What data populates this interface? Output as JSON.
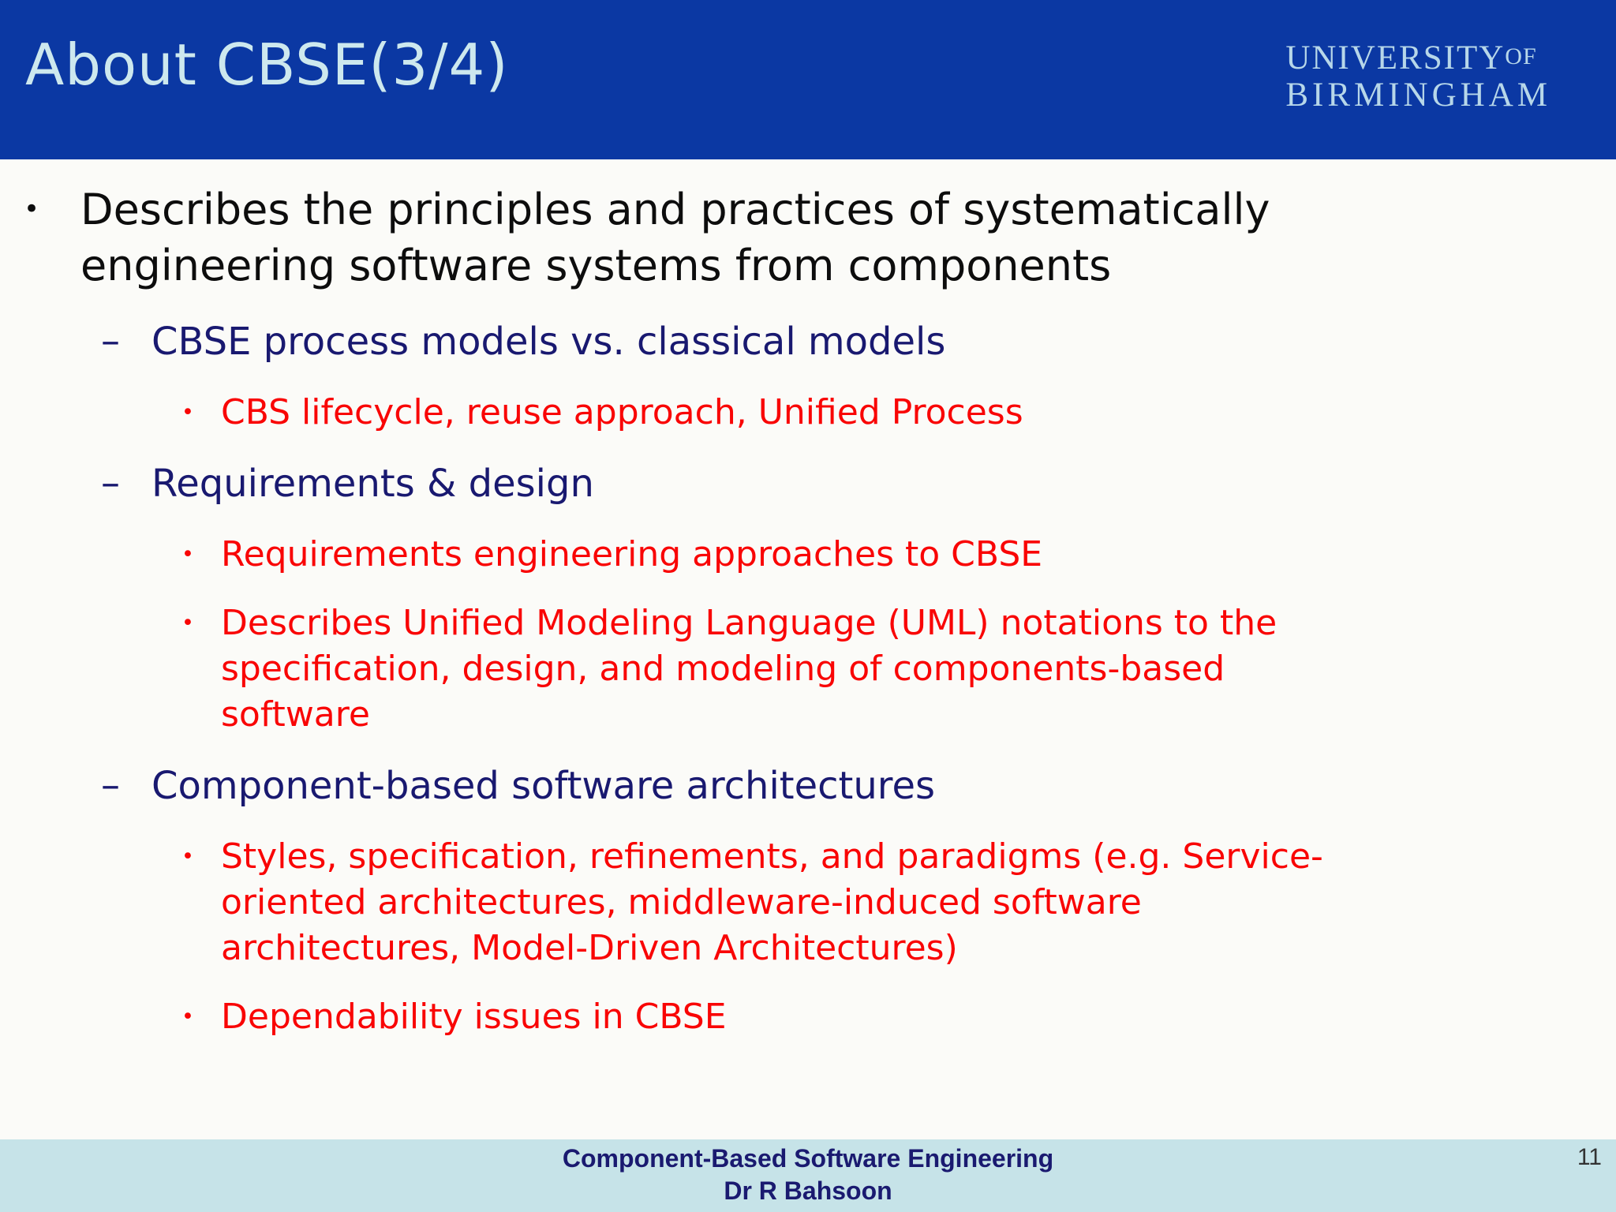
{
  "colors": {
    "header_bg": "#0b38a3",
    "title_text": "#cde8ee",
    "logo_text": "#b7d7e9",
    "body_bg": "#fbfbf8",
    "level1_text": "#0d0d0d",
    "level2_text": "#191970",
    "level3_text": "#f90505",
    "footer_bg": "#c6e3e8",
    "footer_text": "#1a1a70",
    "page_number_text": "#333333"
  },
  "header": {
    "title": "About CBSE(3/4)",
    "logo": {
      "line1_main": "UNIVERSITY",
      "line1_of": "OF",
      "line2": "BIRMINGHAM"
    }
  },
  "markers": {
    "l1": "•",
    "l2": "–",
    "l3": "•"
  },
  "bullets": [
    {
      "level": 1,
      "text": "Describes the principles and practices of systematically\nengineering software systems from components"
    },
    {
      "level": 2,
      "text": "CBSE process models vs. classical models"
    },
    {
      "level": 3,
      "text": "CBS lifecycle, reuse approach, Unified Process"
    },
    {
      "level": 2,
      "text": "Requirements & design"
    },
    {
      "level": 3,
      "text": "Requirements engineering approaches to CBSE"
    },
    {
      "level": 3,
      "text": "Describes Unified Modeling Language (UML) notations to the\nspecification, design, and modeling of components-based\nsoftware"
    },
    {
      "level": 2,
      "text": "Component-based software architectures"
    },
    {
      "level": 3,
      "text": "Styles, specification, refinements, and paradigms (e.g. Service-\noriented architectures, middleware-induced software\narchitectures, Model-Driven Architectures)"
    },
    {
      "level": 3,
      "text": "Dependability issues in CBSE"
    }
  ],
  "footer": {
    "line1": "Component-Based Software Engineering",
    "line2": "Dr R Bahsoon",
    "page_number": "11"
  }
}
